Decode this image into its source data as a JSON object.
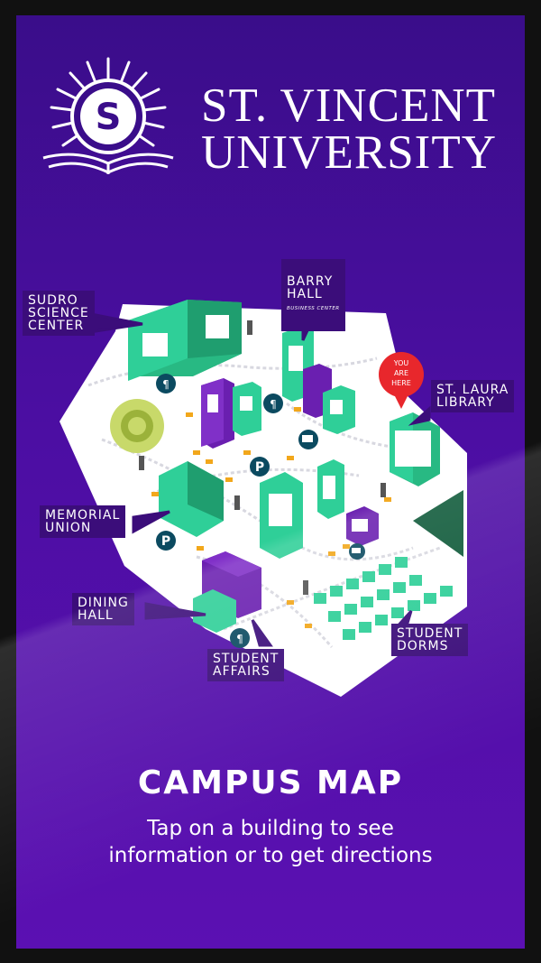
{
  "brand": {
    "logo_letter": "S",
    "title": "ST. VINCENT\nUNIVERSITY"
  },
  "map": {
    "labels": {
      "sudro": "SUDRO\nSCIENCE\nCENTER",
      "barry": "BARRY\nHALL",
      "barry_sub": "BUSINESS CENTER",
      "laura": "ST. LAURA\nLIBRARY",
      "memorial": "MEMORIAL\nUNION",
      "dining": "DINING\nHALL",
      "affairs": "STUDENT\nAFFAIRS",
      "dorms": "STUDENT\nDORMS",
      "you_are_here": "YOU\nARE\nHERE",
      "parking": "P"
    }
  },
  "footer": {
    "headline": "CAMPUS MAP",
    "instruction": "Tap on a building to see\ninformation or to get directions"
  },
  "colors": {
    "background": "#4c0ea3",
    "building_green": "#2fcf98",
    "building_purple": "#6a1fb0",
    "pin_red": "#e8272c"
  }
}
